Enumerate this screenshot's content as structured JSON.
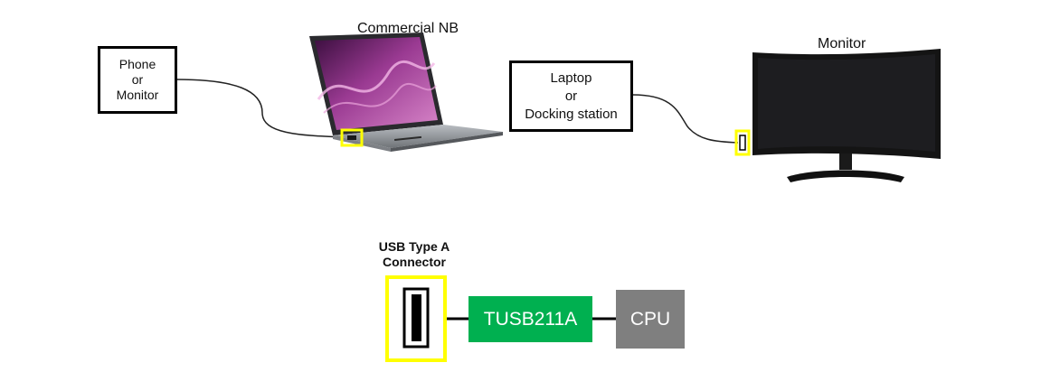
{
  "top": {
    "laptop_caption": "Commercial NB",
    "monitor_caption": "Monitor",
    "phone_box_lines": [
      "Phone",
      "or",
      "Monitor"
    ],
    "laptop_box_lines": [
      "Laptop",
      "or",
      "Docking station"
    ]
  },
  "bottom": {
    "connector_label_lines": [
      "USB Type A",
      "Connector"
    ],
    "redriver_label": "TUSB211A",
    "cpu_label": "CPU"
  },
  "colors": {
    "highlight": "#ffff00",
    "redriver_green": "#00b050",
    "cpu_gray": "#7f7f7f",
    "laptop_screen_magenta": "#8e2f86"
  }
}
